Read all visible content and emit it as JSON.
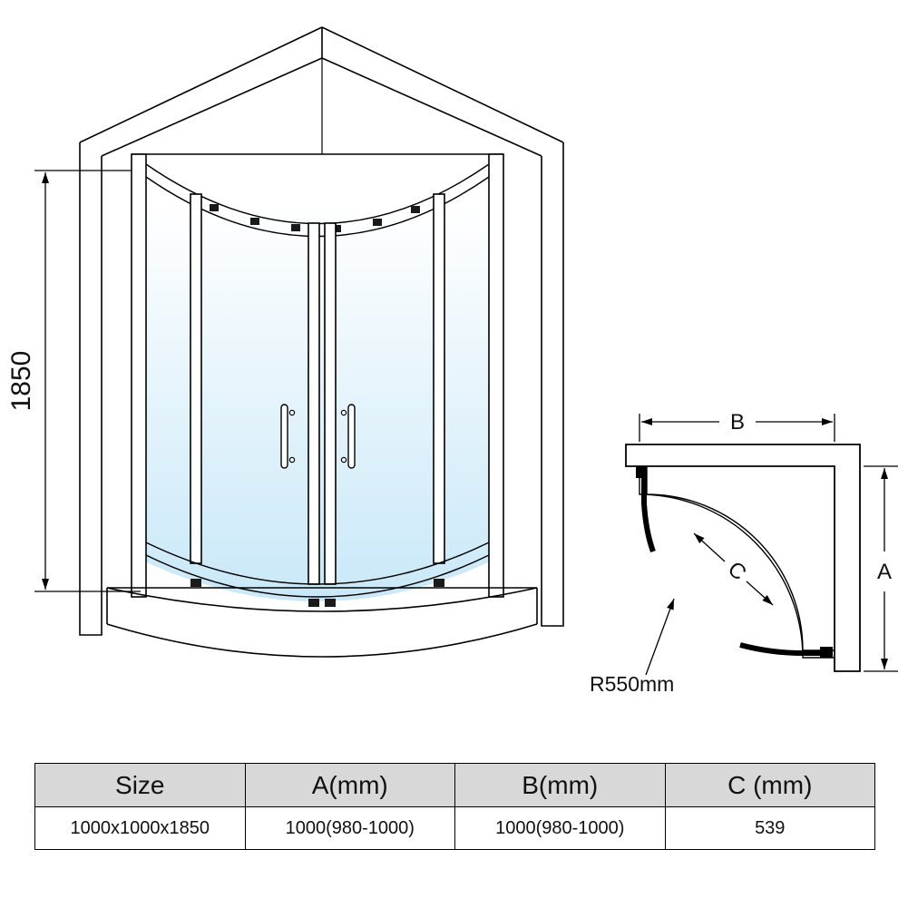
{
  "front_view": {
    "height_label": "1850"
  },
  "plan_view": {
    "width_label": "B",
    "depth_label": "A",
    "diagonal_label": "C",
    "radius_label": "R550mm"
  },
  "table": {
    "headers": [
      "Size",
      "A(mm)",
      "B(mm)",
      "C (mm)"
    ],
    "rows": [
      [
        "1000x1000x1850",
        "1000(980-1000)",
        "1000(980-1000)",
        "539"
      ]
    ]
  },
  "colors": {
    "line": "#000000",
    "glass_top": "#ffffff",
    "glass_bottom": "#c9e8f8",
    "table_header_bg": "#d8d8d8"
  }
}
